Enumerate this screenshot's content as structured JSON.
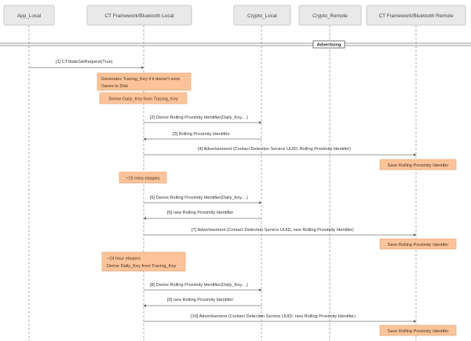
{
  "participants": [
    {
      "id": "app_local",
      "label": "App_Local"
    },
    {
      "id": "ct_local",
      "label": "CT Framework/Bluetooth Local"
    },
    {
      "id": "crypto_local",
      "label": "Crypto_Local"
    },
    {
      "id": "crypto_remote",
      "label": "Crypto_Remote"
    },
    {
      "id": "ct_remote",
      "label": "CT Framework/Bluetooth Remote"
    }
  ],
  "separator": {
    "label": "Advertising"
  },
  "messages": [
    {
      "label": "[1] CTStateSetRequest(True)"
    },
    {
      "label": "[2] Derive Rolling Proximity Identifier(Daily_Key, ..)"
    },
    {
      "label": "[3] Rolling Proximity Identifier"
    },
    {
      "label": "[4] Advertisement (Contact Detection Service UUID, Rolling Proximity Identifer)"
    },
    {
      "label": "[5] Derive Rolling Proximity Identifier(Daily_Key, ..)"
    },
    {
      "label": "[6] new Rolling Proximity Identifier"
    },
    {
      "label": "[7] Advertisement (Contact Detection Service UUID, new Rolling Proximity Identifer)"
    },
    {
      "label": "[8] Derive Rolling Proximity Identifier(Daily_Key, ..)"
    },
    {
      "label": "[9] new Rolling Proximity Identifier"
    },
    {
      "label": "[10] Advertisement (Contact Detection Service UUID, new Rolling Proximity Identifer)"
    }
  ],
  "notes": [
    {
      "lines": [
        "Generates Tracing_Key if it doesn't exist",
        "Saves to Disk"
      ]
    },
    {
      "lines": [
        "Derive Daily_Key from Tracing_Key"
      ]
    },
    {
      "lines": [
        "Save Rolling Proximity Identifer"
      ]
    },
    {
      "lines": [
        "~15 mins elaspes"
      ]
    },
    {
      "lines": [
        "Save Rolling Proximity Identifer"
      ]
    },
    {
      "lines": [
        "~24 hour elaspes",
        "Derive Daily_Key from Tracing_Key"
      ]
    },
    {
      "lines": [
        "Save Rolling Proximity Identifer"
      ]
    }
  ]
}
